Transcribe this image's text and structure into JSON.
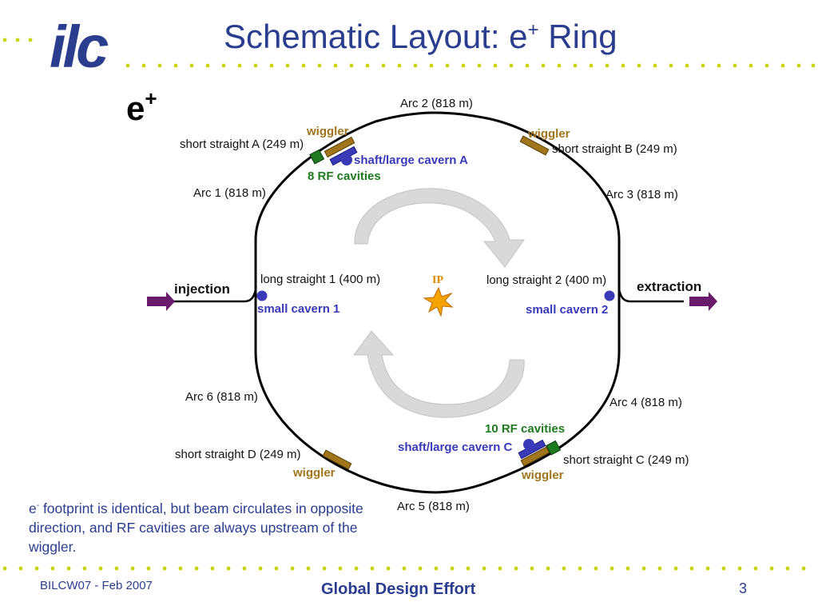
{
  "header": {
    "logo_text": "ilc",
    "title_prefix": "Schematic Layout: e",
    "title_sup": "+",
    "title_suffix": " Ring"
  },
  "diagram": {
    "particle": "e",
    "particle_sup": "+",
    "ip_label": "IP",
    "injection_label": "injection",
    "extraction_label": "extraction",
    "arcs": [
      "Arc 1 (818 m)",
      "Arc 2 (818 m)",
      "Arc 3 (818 m)",
      "Arc 4 (818 m)",
      "Arc 5 (818 m)",
      "Arc 6 (818 m)"
    ],
    "short_straights": [
      "short straight A (249 m)",
      "short straight B (249 m)",
      "short straight C (249 m)",
      "short straight D (249 m)"
    ],
    "long_straights": [
      "long straight 1 (400 m)",
      "long straight 2 (400 m)"
    ],
    "wiggler_label": "wiggler",
    "caverns": {
      "shaft_a": "shaft/large cavern A",
      "shaft_c": "shaft/large cavern C",
      "small_1": "small cavern 1",
      "small_2": "small cavern 2"
    },
    "rf": {
      "top": "8 RF cavities",
      "bottom": "10 RF cavities"
    },
    "colors": {
      "wiggler": "#a0751c",
      "cavern": "#3a3ab8",
      "rf": "#1f7a1f",
      "arrow": "#6a1a6a",
      "title": "#2b3d8f",
      "ip_star": "#f4a300"
    }
  },
  "note": {
    "line_start": "e",
    "line_sup": "-",
    "text": " footprint is identical, but beam circulates in opposite direction, and RF cavities are always upstream of the wiggler."
  },
  "footer": {
    "left": "BILCW07 - Feb 2007",
    "center": "Global Design Effort",
    "page": "3"
  }
}
